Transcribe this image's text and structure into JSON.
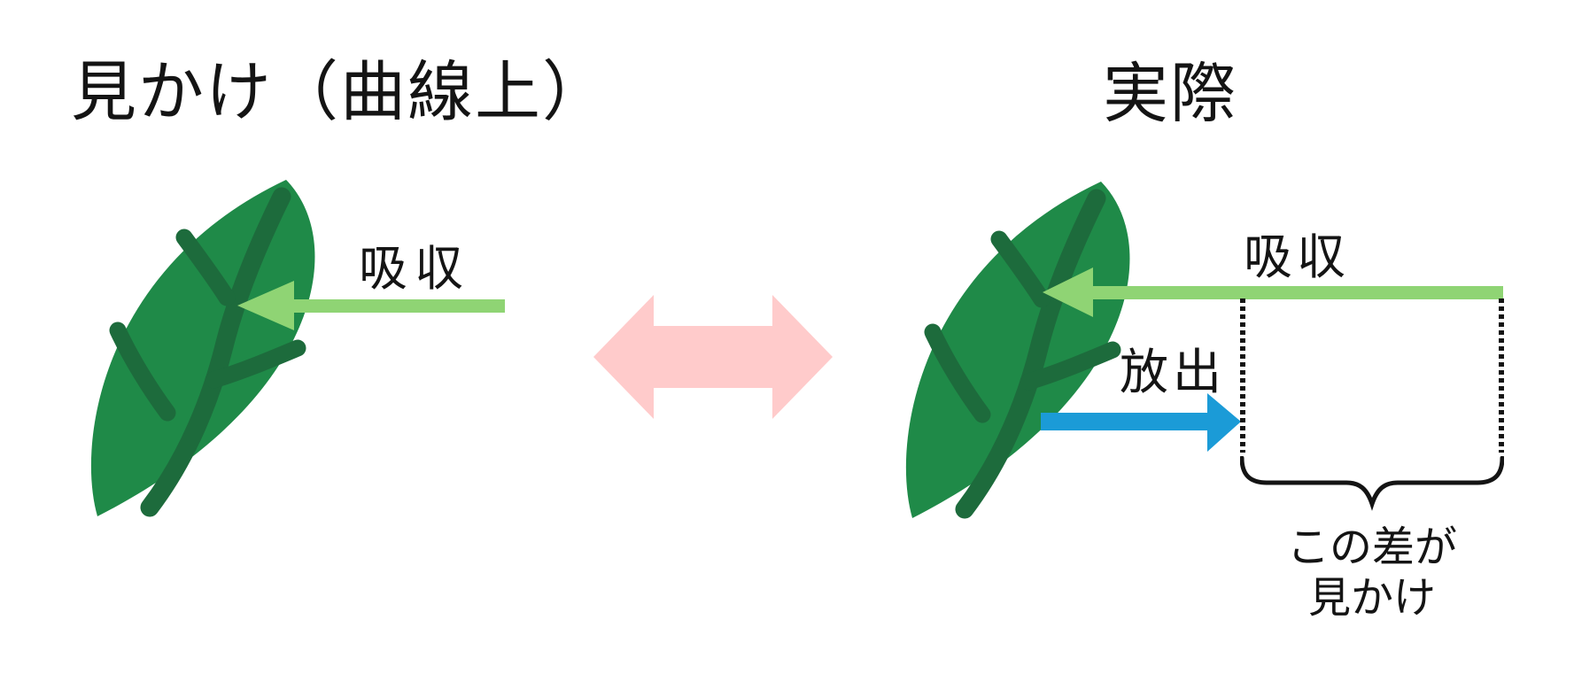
{
  "figure": {
    "left_panel": {
      "title": "見かけ（曲線上）",
      "absorb_label": "吸収"
    },
    "right_panel": {
      "title": "実際",
      "absorb_label": "吸収",
      "release_label": "放出",
      "caption_line1": "この差が",
      "caption_line2": "見かけ"
    },
    "colors": {
      "background": "#ffffff",
      "text": "#141414",
      "leaf_body": "#1f8a48",
      "leaf_vein": "#1d6b3c",
      "absorb_arrow_green": "#8fd474",
      "release_arrow_blue": "#1b9bd7",
      "compare_arrow_pink": "#ffcbcb"
    },
    "icons": {
      "leaf": "leaf-illustration",
      "absorb_arrow": "left-pointing-arrow",
      "release_arrow": "right-pointing-arrow",
      "compare_arrow": "double-headed-arrow",
      "difference_marker": "under-brace",
      "guide_lines": "dotted-vertical-guides"
    }
  }
}
